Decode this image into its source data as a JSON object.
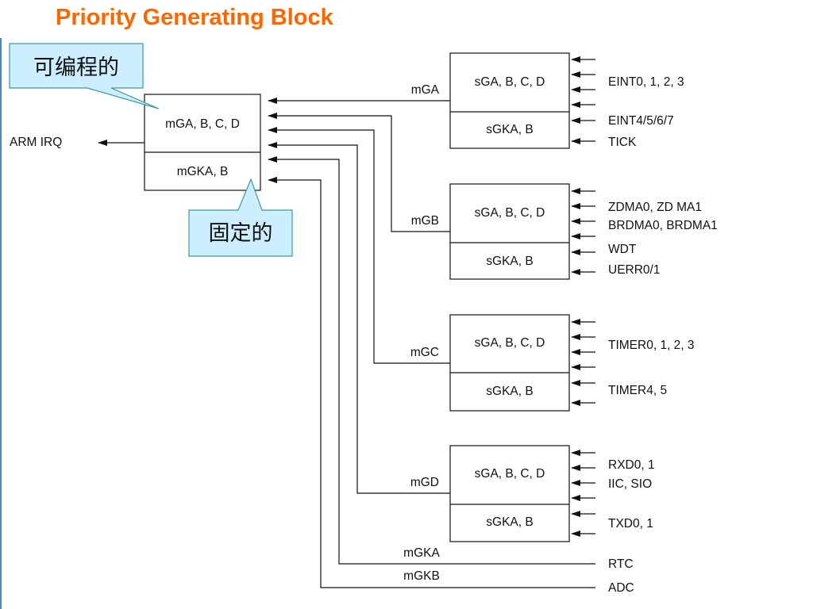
{
  "title": "Priority Generating Block",
  "callouts": {
    "programmable": "可编程的",
    "fixed": "固定的"
  },
  "master": {
    "ga": "mGA, B, C, D",
    "gka": "mGKA, B",
    "output": "ARM IRQ"
  },
  "slaves": [
    {
      "bus": "mGA",
      "ga": "sGA, B, C, D",
      "gka": "sGKA, B",
      "sources": [
        "EINT0, 1, 2, 3",
        "EINT4/5/6/7",
        "TICK"
      ]
    },
    {
      "bus": "mGB",
      "ga": "sGA, B, C, D",
      "gka": "sGKA, B",
      "sources": [
        "ZDMA0, ZD MA1",
        "BRDMA0, BRDMA1",
        "WDT",
        "UERR0/1"
      ]
    },
    {
      "bus": "mGC",
      "ga": "sGA, B, C, D",
      "gka": "sGKA, B",
      "sources": [
        "TIMER0, 1, 2, 3",
        "TIMER4, 5"
      ]
    },
    {
      "bus": "mGD",
      "ga": "sGA, B, C, D",
      "gka": "sGKA, B",
      "sources": [
        "RXD0, 1",
        "IIC, SIO",
        "TXD0, 1"
      ]
    }
  ],
  "direct": [
    {
      "bus": "mGKA",
      "source": "RTC"
    },
    {
      "bus": "mGKB",
      "source": "ADC"
    }
  ],
  "colors": {
    "title": "#ff6600",
    "callout_fill": "#cceeff",
    "callout_border": "#3a9a9a",
    "line": "#111111",
    "left_rule": "#4a86c8"
  }
}
